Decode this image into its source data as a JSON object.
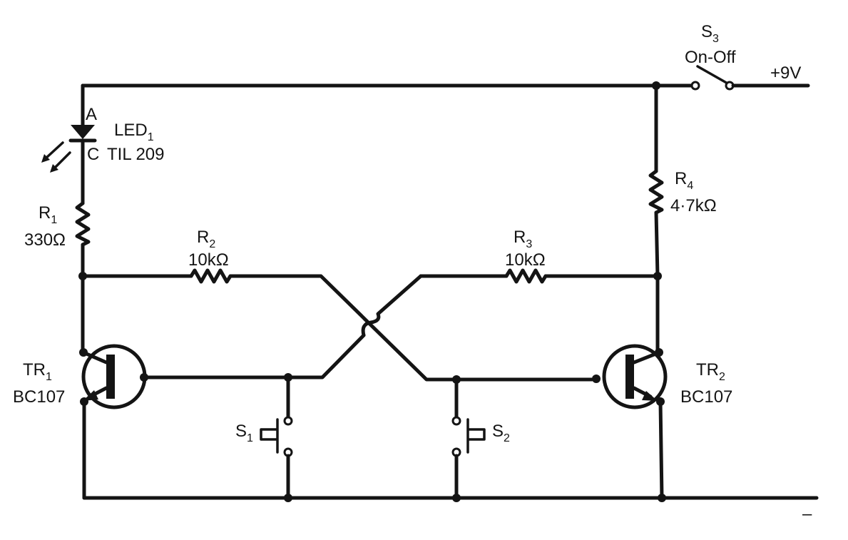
{
  "labels": {
    "s3_name": "S",
    "s3_sub": "3",
    "s3_desc": "On-Off",
    "supply_pos": "+9V",
    "supply_neg": "–",
    "led_anode": "A",
    "led_cathode": "C",
    "led_name": "LED",
    "led_sub": "1",
    "led_part": "TIL 209",
    "r1_name": "R",
    "r1_sub": "1",
    "r1_value": "330Ω",
    "r2_name": "R",
    "r2_sub": "2",
    "r2_value": "10kΩ",
    "r3_name": "R",
    "r3_sub": "3",
    "r3_value": "10kΩ",
    "r4_name": "R",
    "r4_sub": "4",
    "r4_value": "4·7kΩ",
    "tr1_name": "TR",
    "tr1_sub": "1",
    "tr1_part": "BC107",
    "tr2_name": "TR",
    "tr2_sub": "2",
    "tr2_part": "BC107",
    "s1_name": "S",
    "s1_sub": "1",
    "s2_name": "S",
    "s2_sub": "2"
  },
  "colors": {
    "ink": "#141414",
    "paper": "#ffffff"
  }
}
